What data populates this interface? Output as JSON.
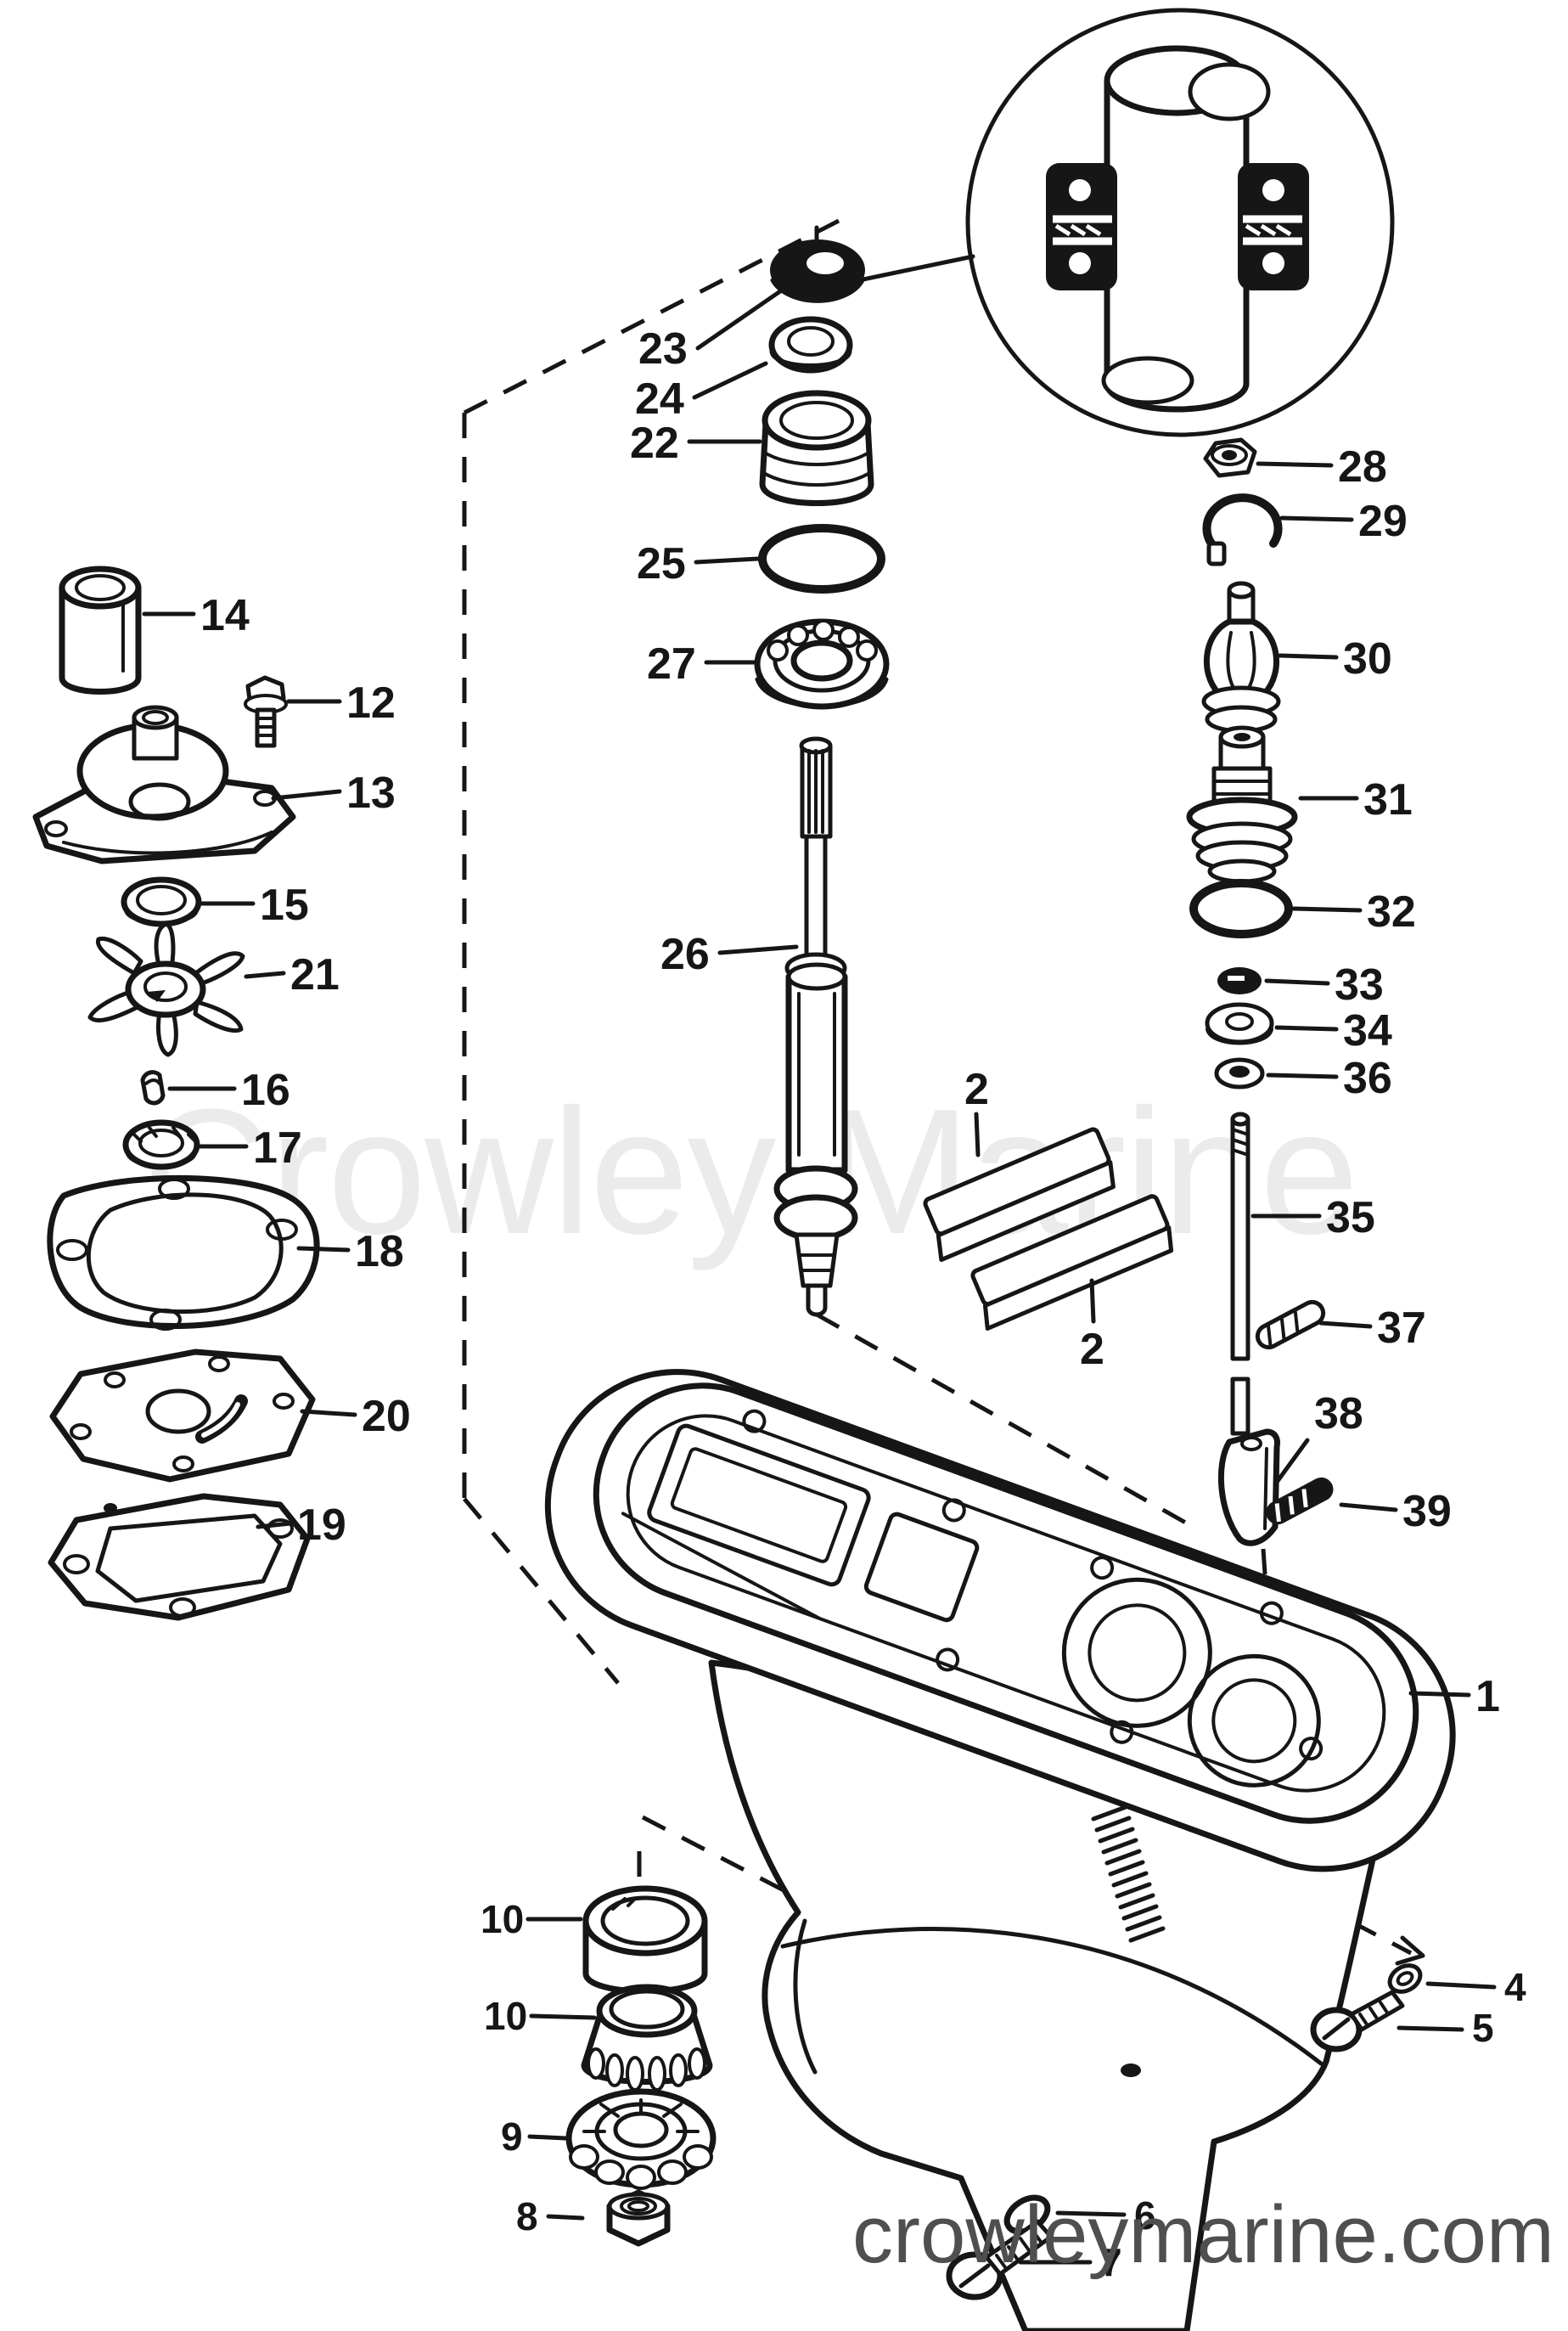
{
  "watermark": "Crowley Marine",
  "footer": "crowleymarine.com",
  "callouts": {
    "c1": "1",
    "c2a": "2",
    "c2b": "2",
    "c4": "4",
    "c5": "5",
    "c6": "6",
    "c7": "7",
    "c8": "8",
    "c9": "9",
    "c10a": "10",
    "c10b": "10",
    "c12": "12",
    "c13": "13",
    "c14": "14",
    "c15": "15",
    "c16": "16",
    "c17": "17",
    "c18": "18",
    "c19": "19",
    "c20": "20",
    "c21": "21",
    "c22": "22",
    "c23": "23",
    "c24": "24",
    "c25": "25",
    "c26": "26",
    "c27": "27",
    "c28": "28",
    "c29": "29",
    "c30": "30",
    "c31": "31",
    "c32": "32",
    "c33": "33",
    "c34": "34",
    "c35": "35",
    "c36": "36",
    "c37": "37",
    "c38": "38",
    "c39": "39"
  }
}
